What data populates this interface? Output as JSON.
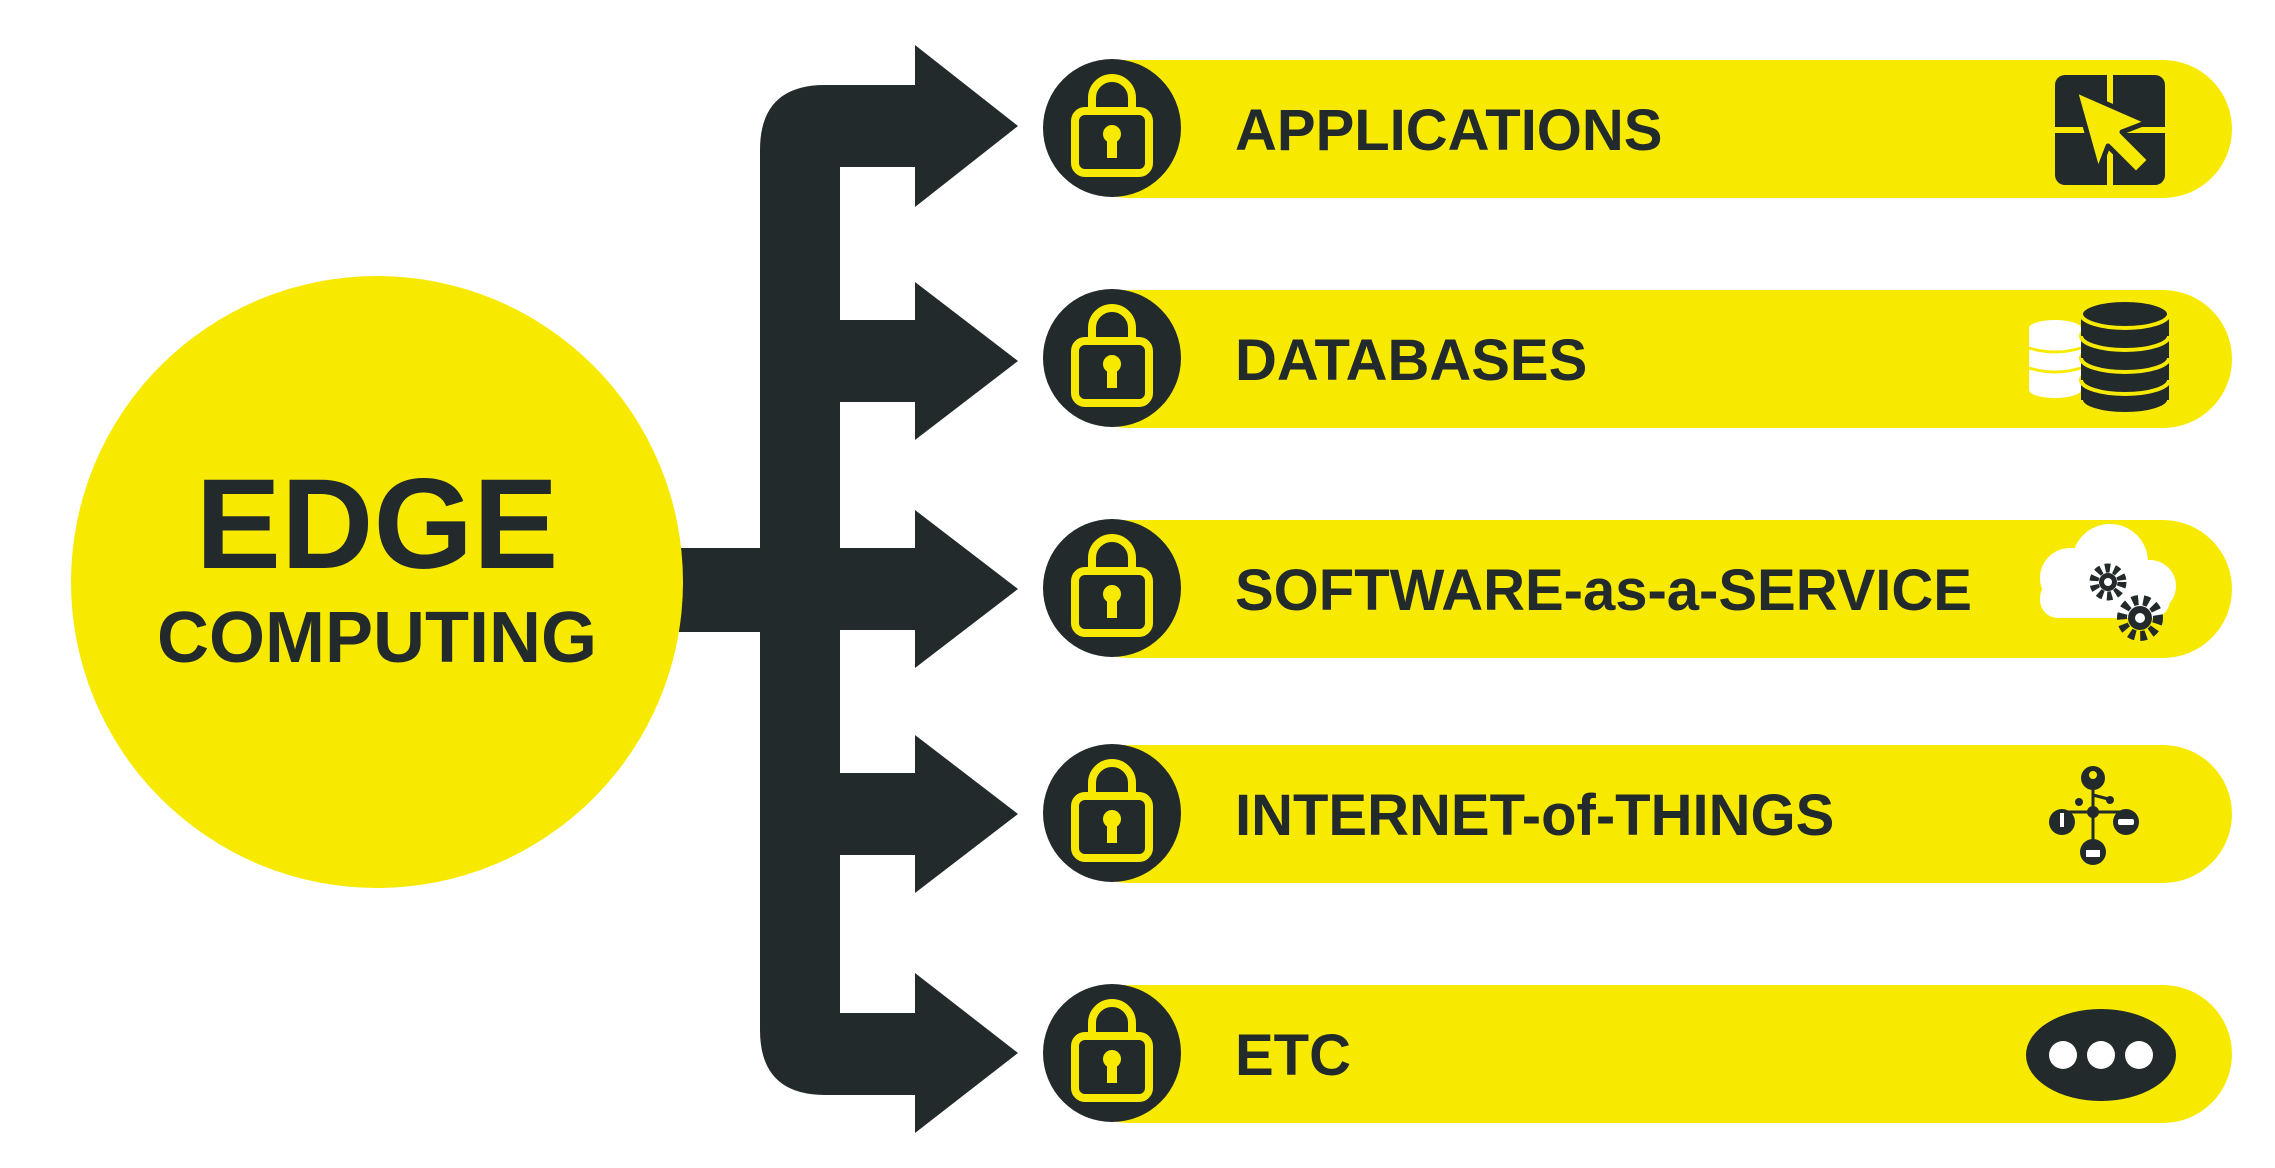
{
  "colors": {
    "accent": "#f7ea00",
    "dark": "#222a2b",
    "background": "#ffffff"
  },
  "hub": {
    "line1": "EDGE",
    "line2": "COMPUTING"
  },
  "items": [
    {
      "label": "APPLICATIONS",
      "icon": "cursor-click-icon"
    },
    {
      "label": "DATABASES",
      "icon": "database-icon"
    },
    {
      "label": "SOFTWARE-as-a-SERVICE",
      "icon": "cloud-gears-icon"
    },
    {
      "label": "INTERNET-of-THINGS",
      "icon": "iot-network-icon"
    },
    {
      "label": "ETC",
      "icon": "ellipsis-icon"
    }
  ]
}
